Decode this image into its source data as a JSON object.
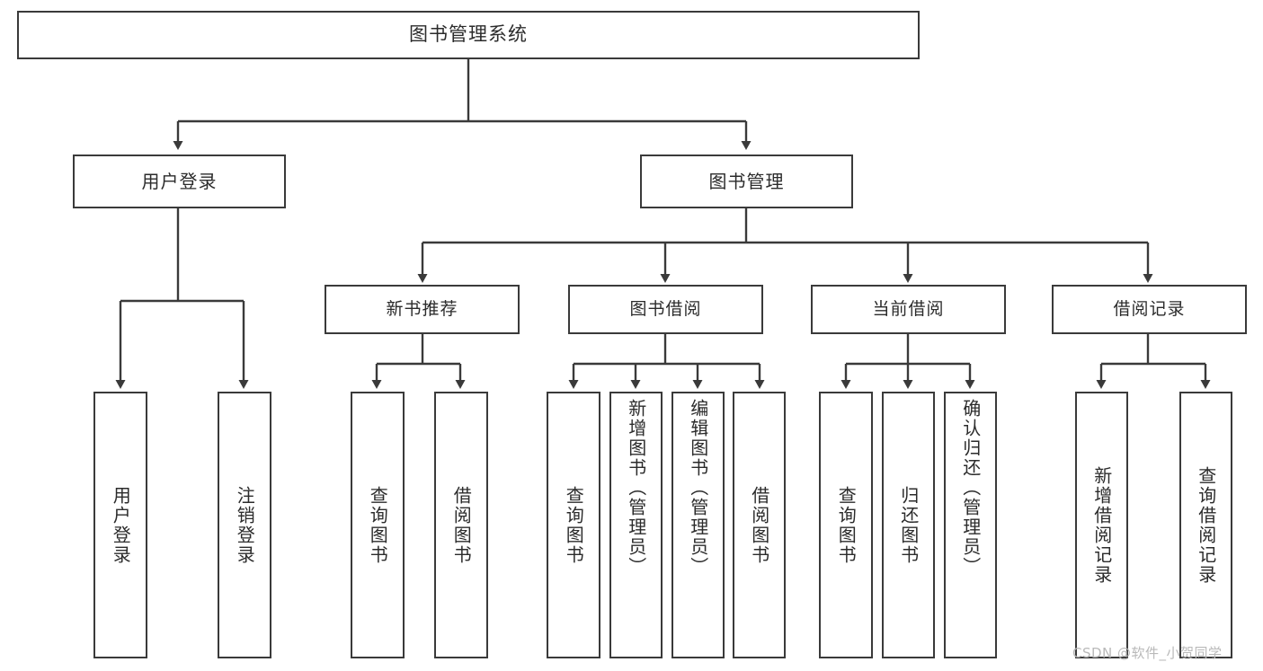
{
  "diagram": {
    "title": "图书管理系统",
    "type": "hierarchy-tree",
    "root": {
      "id": "root",
      "label": "图书管理系统",
      "orientation": "horizontal"
    },
    "level1": [
      {
        "id": "user-login",
        "label": "用户登录",
        "orientation": "horizontal"
      },
      {
        "id": "book-management",
        "label": "图书管理",
        "orientation": "horizontal"
      }
    ],
    "level2": [
      {
        "id": "new-book-recommend",
        "label": "新书推荐",
        "parent": "book-management",
        "orientation": "horizontal"
      },
      {
        "id": "book-borrow",
        "label": "图书借阅",
        "parent": "book-management",
        "orientation": "horizontal"
      },
      {
        "id": "current-borrow",
        "label": "当前借阅",
        "parent": "book-management",
        "orientation": "horizontal"
      },
      {
        "id": "borrow-record",
        "label": "借阅记录",
        "parent": "book-management",
        "orientation": "horizontal"
      }
    ],
    "leaves": [
      {
        "id": "leaf-user-login",
        "label": "用户登录",
        "parent": "user-login",
        "orientation": "vertical",
        "align": "center"
      },
      {
        "id": "leaf-logout-login",
        "label": "注销登录",
        "parent": "user-login",
        "orientation": "vertical",
        "align": "center"
      },
      {
        "id": "leaf-query-book-1",
        "label": "查询图书",
        "parent": "new-book-recommend",
        "orientation": "vertical",
        "align": "center"
      },
      {
        "id": "leaf-borrow-book-1",
        "label": "借阅图书",
        "parent": "new-book-recommend",
        "orientation": "vertical",
        "align": "center"
      },
      {
        "id": "leaf-query-book-2",
        "label": "查询图书",
        "parent": "book-borrow",
        "orientation": "vertical",
        "align": "center"
      },
      {
        "id": "leaf-add-book",
        "label": "新增图书（管理员）",
        "parent": "book-borrow",
        "orientation": "vertical",
        "align": "top"
      },
      {
        "id": "leaf-edit-book",
        "label": "编辑图书（管理员）",
        "parent": "book-borrow",
        "orientation": "vertical",
        "align": "top"
      },
      {
        "id": "leaf-borrow-book-2",
        "label": "借阅图书",
        "parent": "book-borrow",
        "orientation": "vertical",
        "align": "center"
      },
      {
        "id": "leaf-query-book-3",
        "label": "查询图书",
        "parent": "current-borrow",
        "orientation": "vertical",
        "align": "center"
      },
      {
        "id": "leaf-return-book",
        "label": "归还图书",
        "parent": "current-borrow",
        "orientation": "vertical",
        "align": "center"
      },
      {
        "id": "leaf-confirm-return",
        "label": "确认归还（管理员）",
        "parent": "current-borrow",
        "orientation": "vertical",
        "align": "top"
      },
      {
        "id": "leaf-add-record",
        "label": "新增借阅记录",
        "parent": "borrow-record",
        "orientation": "vertical",
        "align": "center"
      },
      {
        "id": "leaf-query-record",
        "label": "查询借阅记录",
        "parent": "borrow-record",
        "orientation": "vertical",
        "align": "center"
      }
    ],
    "colors": {
      "stroke": "#3a3a3a",
      "box_fill": "#ffffff",
      "text": "#2b2b2b",
      "background": "#ffffff",
      "watermark": "#b9b9b9"
    }
  },
  "watermark": {
    "text": "CSDN @软件_小贺同学"
  }
}
